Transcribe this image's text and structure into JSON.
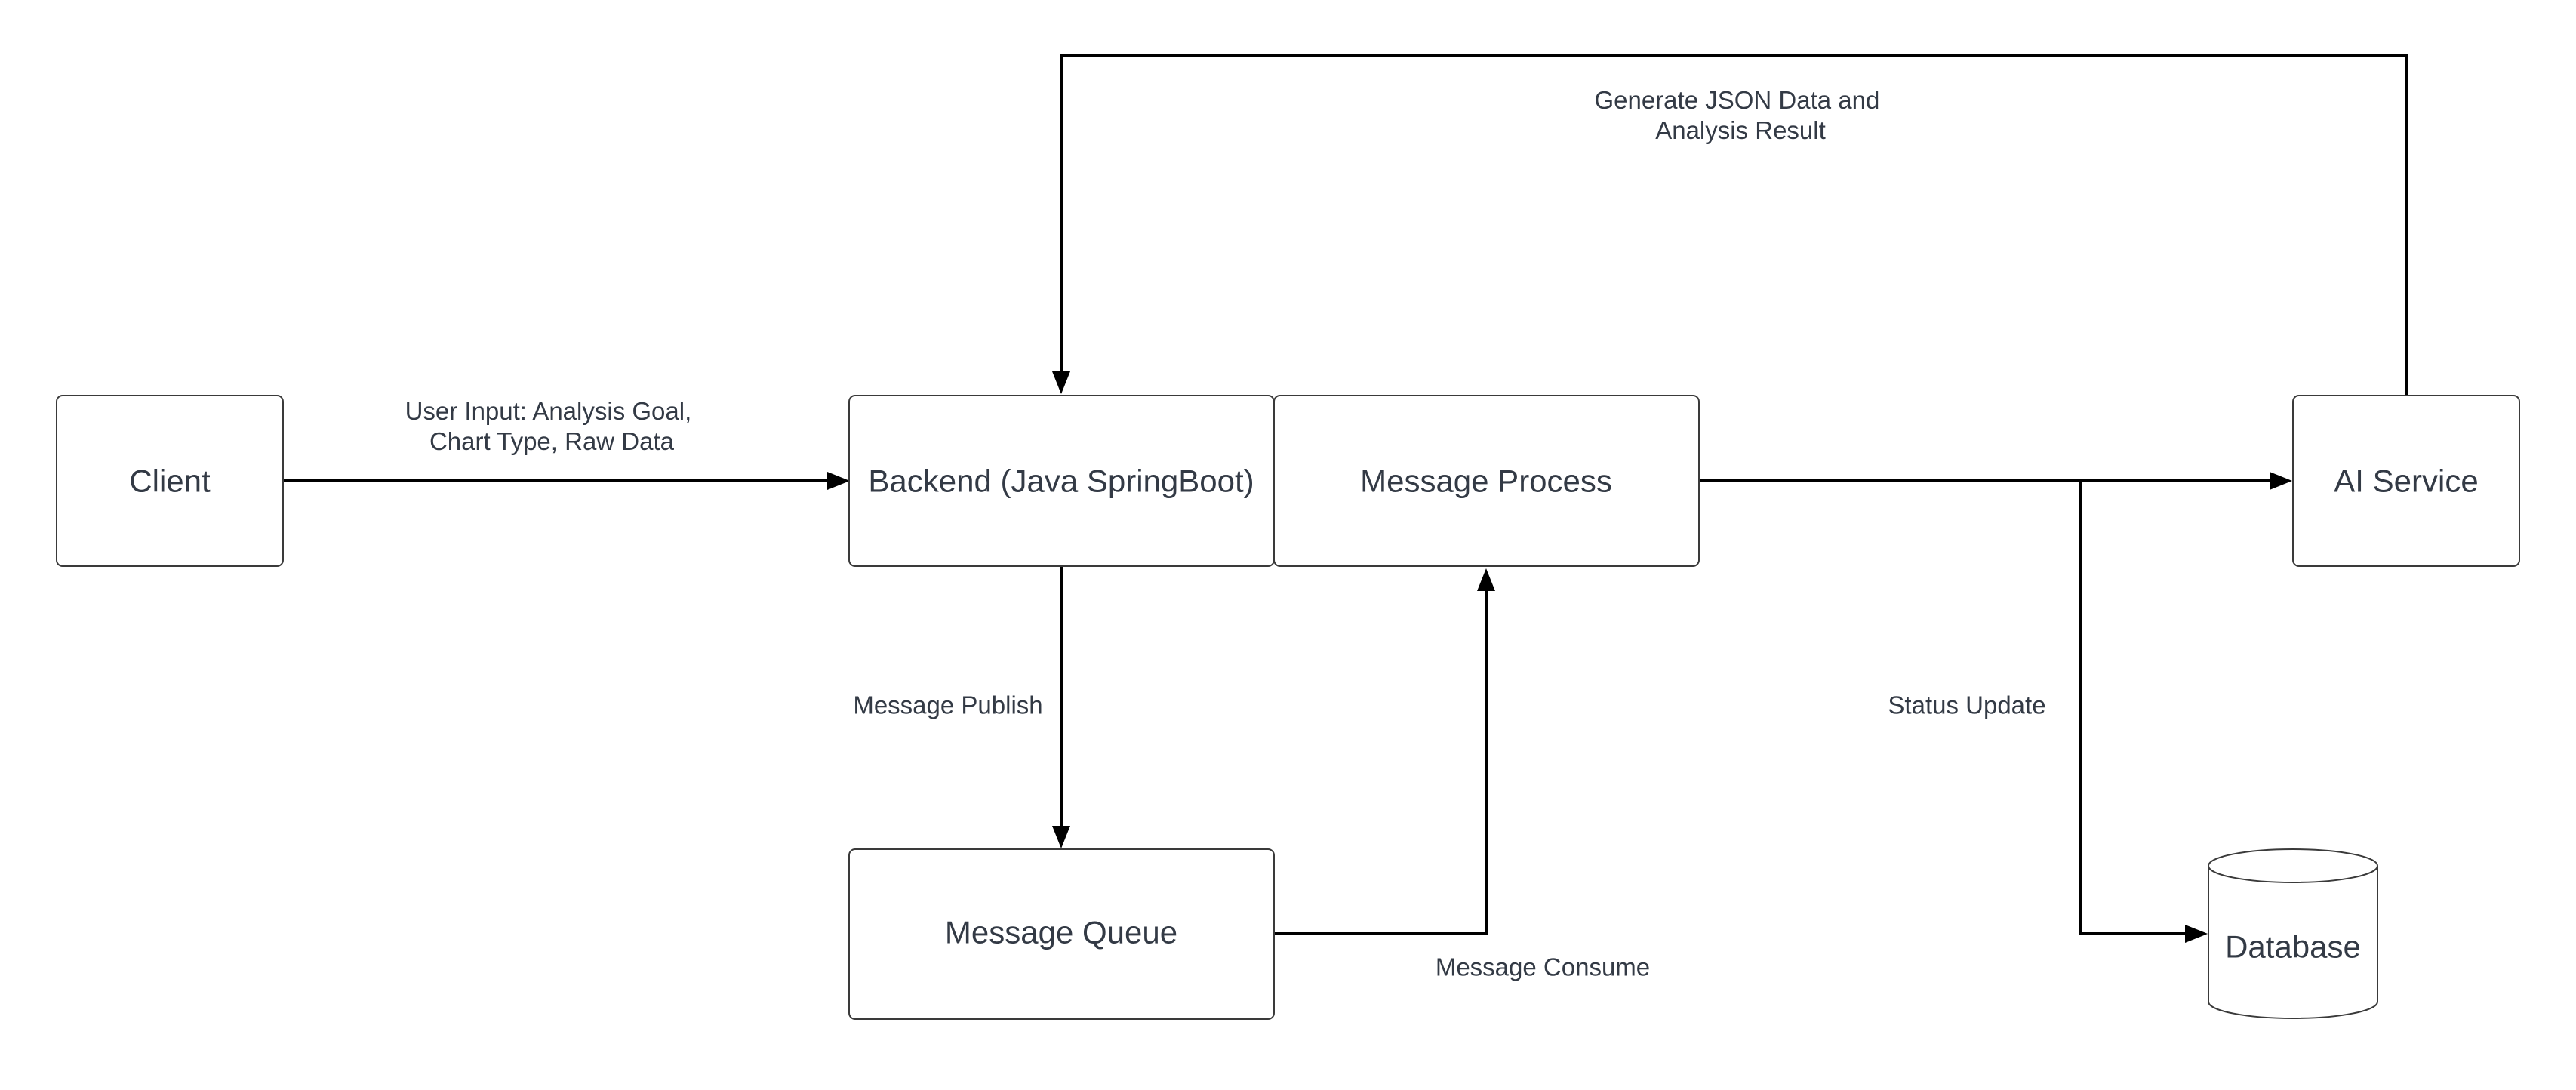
{
  "nodes": {
    "client": "Client",
    "backend": "Backend (Java SpringBoot)",
    "message_process": "Message Process",
    "ai_service": "AI Service",
    "message_queue": "Message Queue",
    "database": "Database"
  },
  "edges": {
    "user_input": [
      "User Input: Analysis Goal,",
      "Chart Type, Raw Data"
    ],
    "generate_json": [
      "Generate JSON Data and",
      "Analysis Result"
    ],
    "message_publish": "Message Publish",
    "message_consume": "Message Consume",
    "status_update": "Status Update"
  },
  "colors": {
    "line": "#000000",
    "box_border": "#3a3a3a",
    "text": "#333a45",
    "background": "#ffffff"
  }
}
